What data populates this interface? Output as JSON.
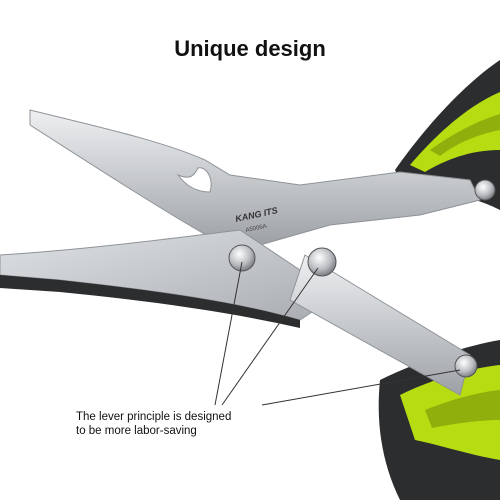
{
  "title": "Unique design",
  "brand": {
    "logo_text": "KANG ITS",
    "model": "A5006A"
  },
  "caption": {
    "line1": "The lever principle is designed",
    "line2": "to be more labor-saving"
  },
  "colors": {
    "handle_green": "#b6dc12",
    "handle_dark": "#2b2d2f",
    "blade_steel": "#c9ccd0",
    "text": "#111111"
  }
}
